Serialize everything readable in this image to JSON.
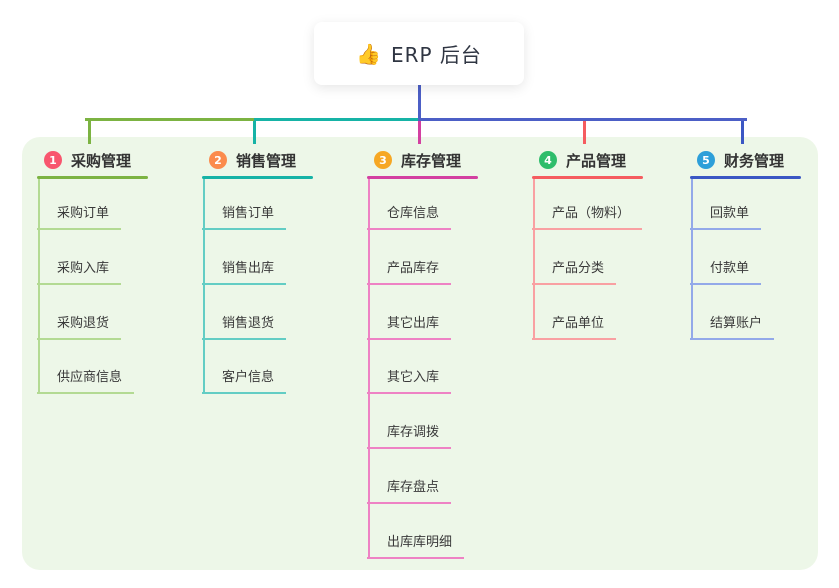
{
  "root": {
    "icon": "👍",
    "label": "ERP 后台"
  },
  "branches": [
    {
      "number": "1",
      "label": "采购管理",
      "badge_color": "#f8566e",
      "line_color": "#7cb342",
      "child_line_color": "#b3da93",
      "children": [
        "采购订单",
        "采购入库",
        "采购退货",
        "供应商信息"
      ]
    },
    {
      "number": "2",
      "label": "销售管理",
      "badge_color": "#fb8b4c",
      "line_color": "#16b3a6",
      "child_line_color": "#63cdc4",
      "children": [
        "销售订单",
        "销售出库",
        "销售退货",
        "客户信息"
      ]
    },
    {
      "number": "3",
      "label": "库存管理",
      "badge_color": "#f6a723",
      "line_color": "#d340a1",
      "child_line_color": "#ee82c4",
      "children": [
        "仓库信息",
        "产品库存",
        "其它出库",
        "其它入库",
        "库存调拨",
        "库存盘点",
        "出库库明细"
      ]
    },
    {
      "number": "4",
      "label": "产品管理",
      "badge_color": "#2ebd6b",
      "line_color": "#f55c5f",
      "child_line_color": "#f9a0a2",
      "children": [
        "产品（物料）",
        "产品分类",
        "产品单位"
      ]
    },
    {
      "number": "5",
      "label": "财务管理",
      "badge_color": "#2d9fd9",
      "line_color": "#3b57c4",
      "child_line_color": "#93a9e9",
      "children": [
        "回款单",
        "付款单",
        "结算账户"
      ]
    }
  ],
  "connectors": {
    "root_drop_color": "#4c5fc6",
    "bus_left_color": "#7cb342",
    "bus_mid_color": "#16b3a6",
    "bus_right_color": "#4c5fc6"
  },
  "panel_color": "#edf7e8"
}
